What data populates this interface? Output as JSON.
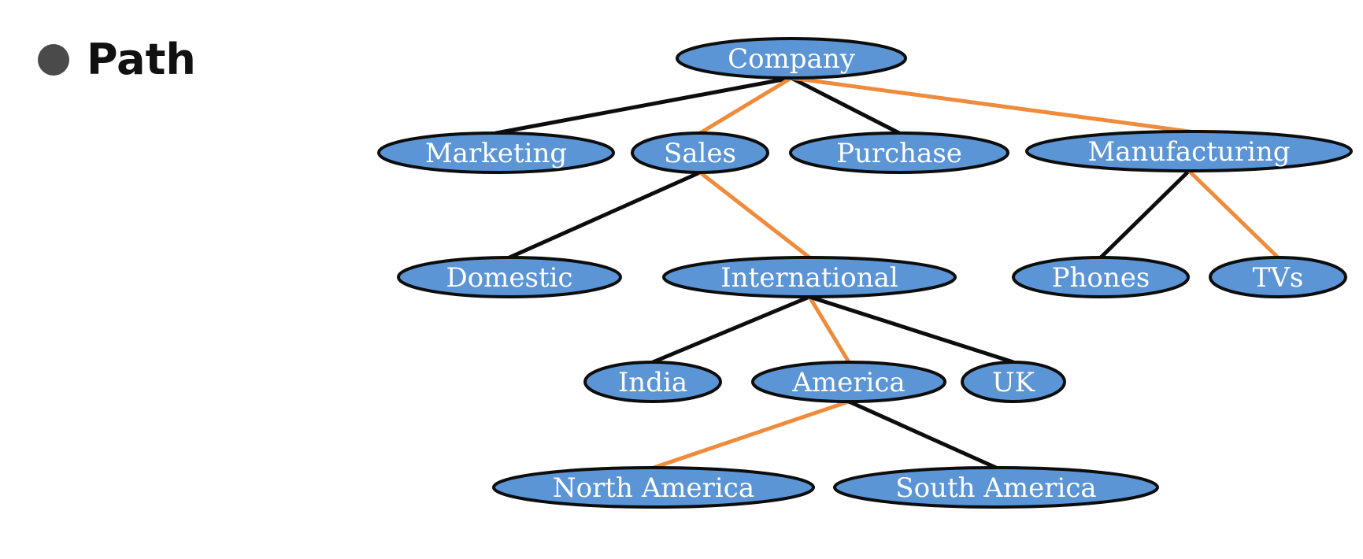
{
  "heading": {
    "text": "Path",
    "bullet_icon": "filled-circle-bullet"
  },
  "diagram": {
    "colors": {
      "node_fill": "#5b95d6",
      "node_stroke": "#0d0d0d",
      "label": "#ffffff",
      "edge": "#0d0d0d",
      "path_edge": "#ef8b3a"
    },
    "nodes": [
      {
        "id": "company",
        "label": "Company"
      },
      {
        "id": "marketing",
        "label": "Marketing"
      },
      {
        "id": "sales",
        "label": "Sales"
      },
      {
        "id": "purchase",
        "label": "Purchase"
      },
      {
        "id": "manufacturing",
        "label": "Manufacturing"
      },
      {
        "id": "domestic",
        "label": "Domestic"
      },
      {
        "id": "international",
        "label": "International"
      },
      {
        "id": "phones",
        "label": "Phones"
      },
      {
        "id": "tvs",
        "label": "TVs"
      },
      {
        "id": "india",
        "label": "India"
      },
      {
        "id": "america",
        "label": "America"
      },
      {
        "id": "uk",
        "label": "UK"
      },
      {
        "id": "north_america",
        "label": "North America"
      },
      {
        "id": "south_america",
        "label": "South America"
      }
    ],
    "edges": [
      {
        "from": "company",
        "to": "marketing",
        "highlighted": false
      },
      {
        "from": "company",
        "to": "sales",
        "highlighted": true
      },
      {
        "from": "company",
        "to": "purchase",
        "highlighted": false
      },
      {
        "from": "company",
        "to": "manufacturing",
        "highlighted": true
      },
      {
        "from": "sales",
        "to": "domestic",
        "highlighted": false
      },
      {
        "from": "sales",
        "to": "international",
        "highlighted": true
      },
      {
        "from": "manufacturing",
        "to": "phones",
        "highlighted": false
      },
      {
        "from": "manufacturing",
        "to": "tvs",
        "highlighted": true
      },
      {
        "from": "international",
        "to": "india",
        "highlighted": false
      },
      {
        "from": "international",
        "to": "america",
        "highlighted": true
      },
      {
        "from": "international",
        "to": "uk",
        "highlighted": false
      },
      {
        "from": "america",
        "to": "north_america",
        "highlighted": true
      },
      {
        "from": "america",
        "to": "south_america",
        "highlighted": false
      }
    ]
  }
}
